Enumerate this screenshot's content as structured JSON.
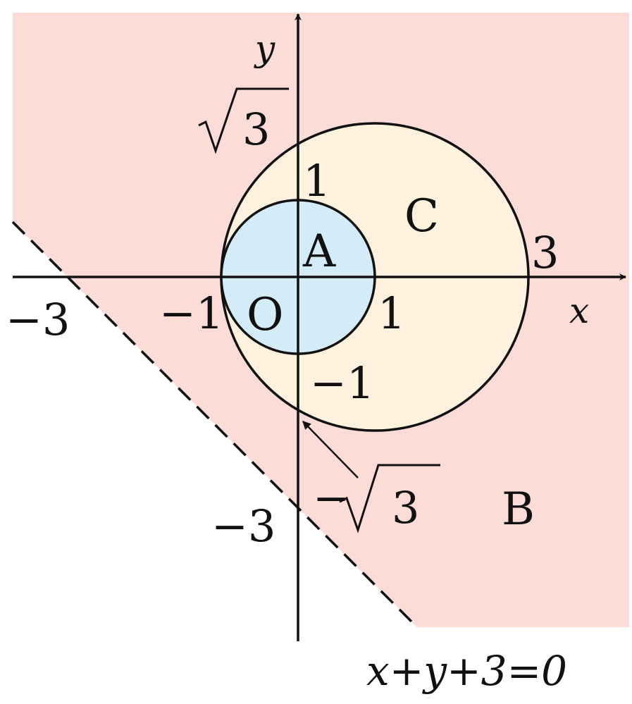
{
  "colors": {
    "region_b_fill": "#fcdcd6",
    "region_c_fill": "#fef1de",
    "region_a_fill": "#d4ecf8",
    "stroke": "#111111"
  },
  "labels": {
    "axis_x": "x",
    "axis_y": "y",
    "origin": "O",
    "region_a": "A",
    "region_b": "B",
    "region_c": "C",
    "tick_x_neg3": "−3",
    "tick_x_neg1": "−1",
    "tick_x_1": "1",
    "tick_x_3": "3",
    "tick_y_1": "1",
    "tick_y_neg1": "−1",
    "tick_y_neg3": "−3",
    "tick_y_sqrt3": "3",
    "tick_y_neg_sqrt3_sign": "−",
    "tick_y_neg_sqrt3": "3",
    "line_equation": "x+y+3=0"
  }
}
